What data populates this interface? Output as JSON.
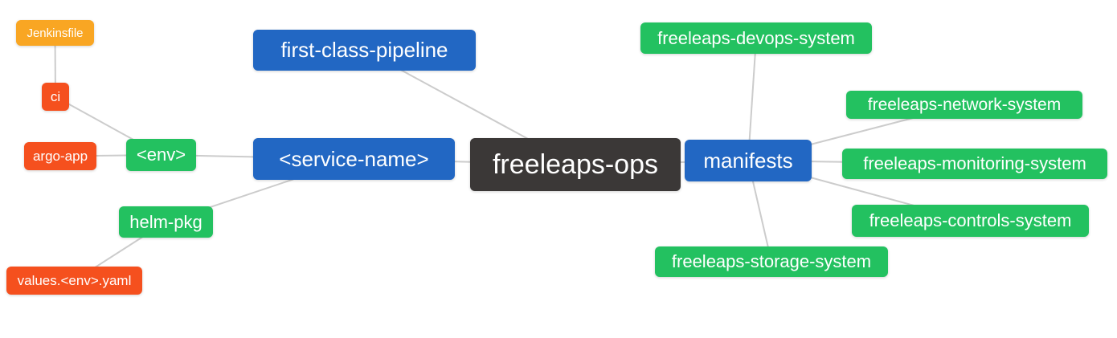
{
  "diagram": {
    "type": "mindmap",
    "background": "#ffffff",
    "edge_color": "#cccccc",
    "palette": {
      "root_node": "#3b3837",
      "branch_node": "#2267c3",
      "leaf_green": "#23c160",
      "leaf_red_orange": "#f5501e",
      "leaf_amber": "#f9a623",
      "text": "#ffffff"
    },
    "nodes": [
      {
        "id": "jenkinsfile",
        "label": "Jenkinsfile",
        "color": "amber"
      },
      {
        "id": "ci",
        "label": "ci",
        "color": "red_orange"
      },
      {
        "id": "argo-app",
        "label": "argo-app",
        "color": "red_orange"
      },
      {
        "id": "env",
        "label": "<env>",
        "color": "green"
      },
      {
        "id": "helm-pkg",
        "label": "helm-pkg",
        "color": "green"
      },
      {
        "id": "values-env-yaml",
        "label": "values.<env>.yaml",
        "color": "red_orange"
      },
      {
        "id": "first-class-pipeline",
        "label": "first-class-pipeline",
        "color": "blue"
      },
      {
        "id": "service-name",
        "label": "<service-name>",
        "color": "blue"
      },
      {
        "id": "freeleaps-ops",
        "label": "freeleaps-ops",
        "color": "dark"
      },
      {
        "id": "manifests",
        "label": "manifests",
        "color": "blue"
      },
      {
        "id": "freeleaps-devops-system",
        "label": "freeleaps-devops-system",
        "color": "green"
      },
      {
        "id": "freeleaps-network-system",
        "label": "freeleaps-network-system",
        "color": "green"
      },
      {
        "id": "freeleaps-monitoring-system",
        "label": "freeleaps-monitoring-system",
        "color": "green"
      },
      {
        "id": "freeleaps-controls-system",
        "label": "freeleaps-controls-system",
        "color": "green"
      },
      {
        "id": "freeleaps-storage-system",
        "label": "freeleaps-storage-system",
        "color": "green"
      }
    ],
    "edges": [
      [
        "jenkinsfile",
        "ci"
      ],
      [
        "ci",
        "env"
      ],
      [
        "argo-app",
        "env"
      ],
      [
        "env",
        "service-name"
      ],
      [
        "helm-pkg",
        "service-name"
      ],
      [
        "values-env-yaml",
        "helm-pkg"
      ],
      [
        "first-class-pipeline",
        "freeleaps-ops"
      ],
      [
        "service-name",
        "freeleaps-ops"
      ],
      [
        "freeleaps-ops",
        "manifests"
      ],
      [
        "manifests",
        "freeleaps-devops-system"
      ],
      [
        "manifests",
        "freeleaps-network-system"
      ],
      [
        "manifests",
        "freeleaps-monitoring-system"
      ],
      [
        "manifests",
        "freeleaps-controls-system"
      ],
      [
        "manifests",
        "freeleaps-storage-system"
      ]
    ]
  }
}
